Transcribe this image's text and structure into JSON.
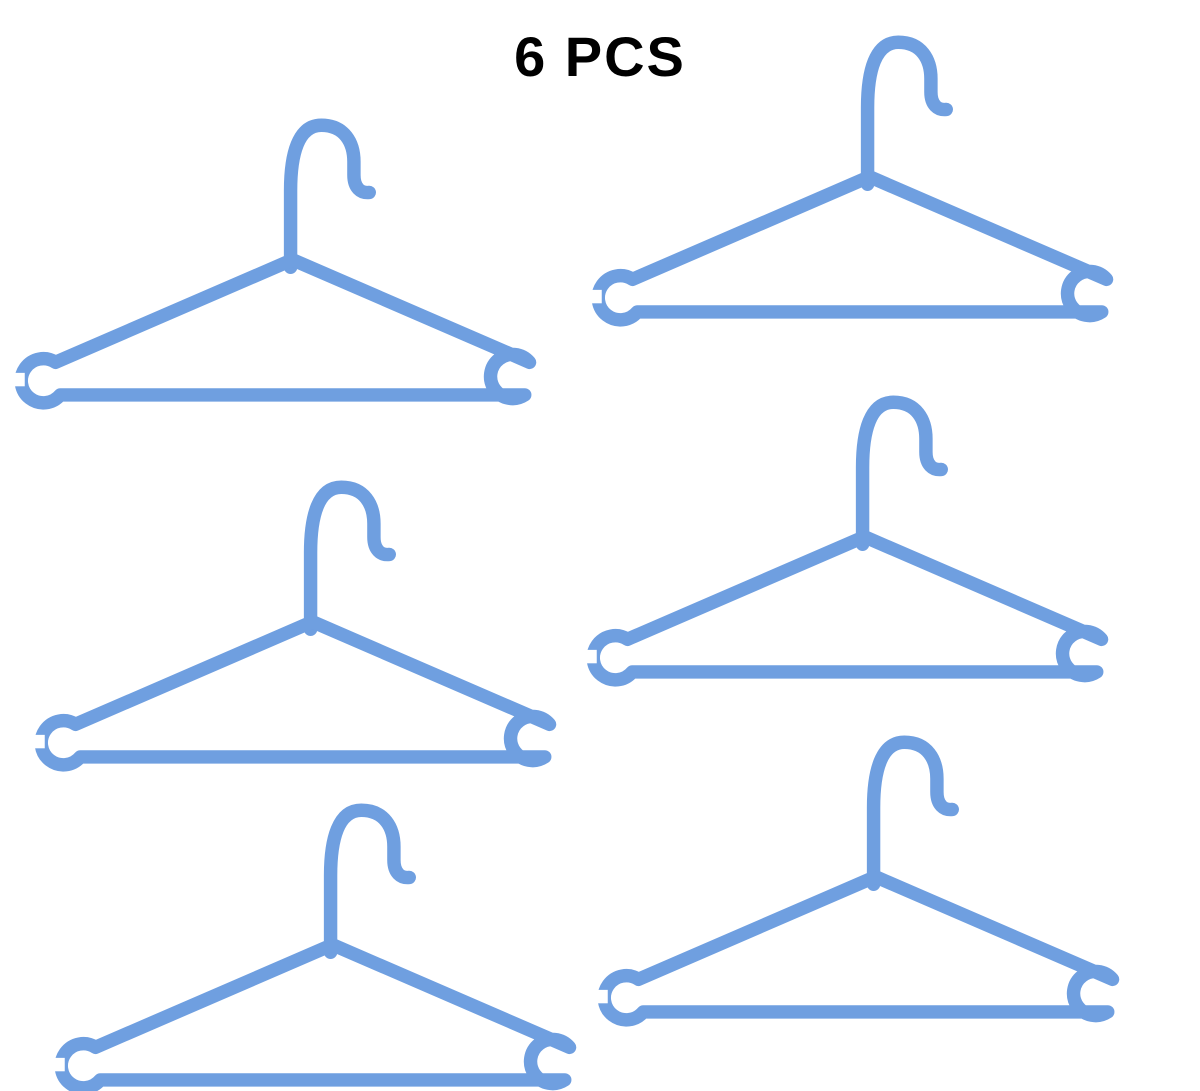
{
  "title": "6 PCS",
  "product": {
    "item": "blue plastic clothes hangers",
    "count": 6,
    "color_hex": "#6f9fe0"
  }
}
